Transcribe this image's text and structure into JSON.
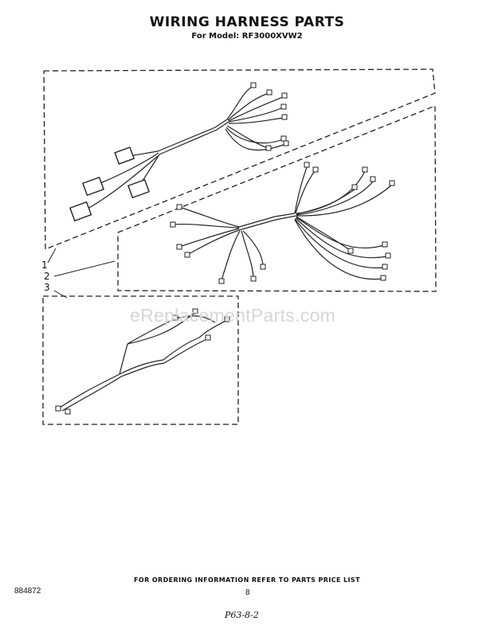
{
  "header": {
    "title": "WIRING HARNESS PARTS",
    "subtitle": "For Model: RF3000XVW2"
  },
  "callouts": [
    "1",
    "2",
    "3"
  ],
  "watermark": "eReplacementParts.com",
  "footer": {
    "ordering_note": "FOR ORDERING INFORMATION REFER TO PARTS PRICE LIST",
    "doc_number": "884872",
    "page_number": "8",
    "handwritten": "P63-8-2"
  }
}
